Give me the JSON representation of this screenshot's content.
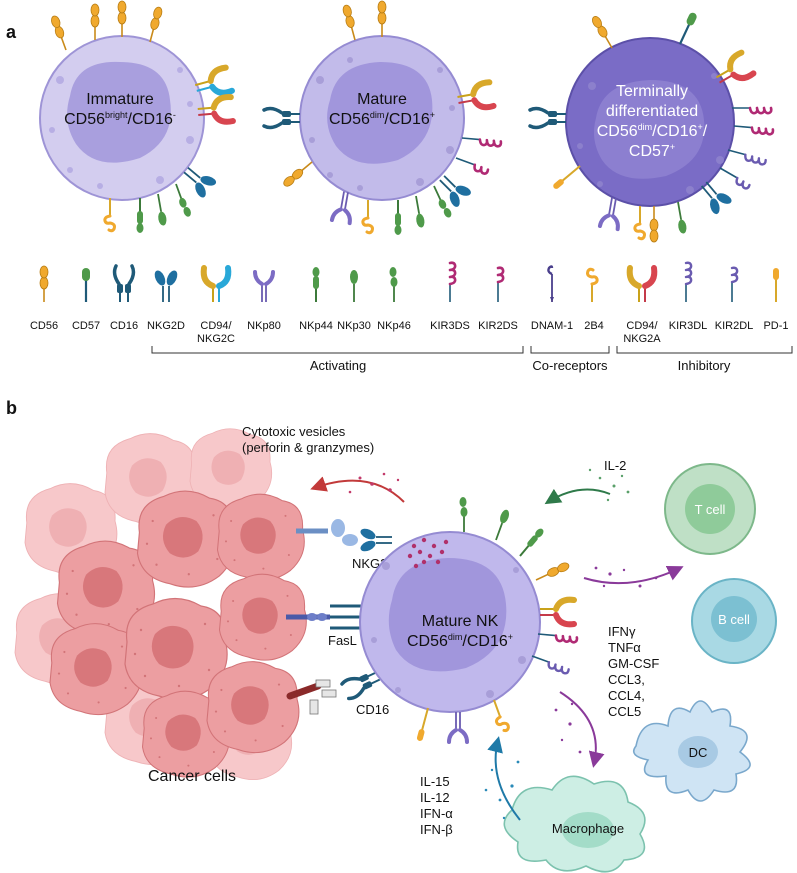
{
  "panel_a": {
    "label": "a",
    "cells": [
      {
        "line1": "Immature",
        "line2_main": "CD56",
        "line2_sup": "bright",
        "line2_rest": "/CD16",
        "line2_sup2": "-"
      },
      {
        "line1": "Mature",
        "line2_main": "CD56",
        "line2_sup": "dim",
        "line2_rest": "/CD16",
        "line2_sup2": "+"
      },
      {
        "line1": "Terminally",
        "line2": "differentiated",
        "line3_main": "CD56",
        "line3_sup": "dim",
        "line3_rest": "/CD16",
        "line3_sup2": "+",
        "line3_end": "/",
        "line4_main": "CD57",
        "line4_sup": "+"
      }
    ],
    "legend": [
      "CD56",
      "CD57",
      "CD16",
      "NKG2D",
      "CD94/",
      "NKG2C",
      "NKp80",
      "NKp44",
      "NKp30",
      "NKp46",
      "KIR3DS",
      "KIR2DS",
      "DNAM-1",
      "2B4",
      "CD94/",
      "NKG2A",
      "KIR3DL",
      "KIR2DL",
      "PD-1"
    ],
    "groups": {
      "activating": "Activating",
      "coreceptors": "Co-receptors",
      "inhibitory": "Inhibitory"
    }
  },
  "panel_b": {
    "label": "b",
    "cytotoxic_line1": "Cytotoxic vesicles",
    "cytotoxic_line2": "(perforin & granzymes)",
    "il2": "IL-2",
    "nk_line1": "Mature NK",
    "nk_line2_main": "CD56",
    "nk_line2_sup": "dim",
    "nk_line2_rest": "/CD16",
    "nk_line2_sup2": "+",
    "nkg2d": "NKG2D",
    "fasl": "FasL",
    "cd16": "CD16",
    "cancer": "Cancer cells",
    "t_cell": "T cell",
    "b_cell": "B cell",
    "dc": "DC",
    "macrophage": "Macrophage",
    "cytokines_out": [
      "IFNγ",
      "TNFα",
      "GM-CSF",
      "CCL3,",
      "CCL4,",
      "CCL5"
    ],
    "cytokines_in": [
      "IL-15",
      "IL-12",
      "IFN-α",
      "IFN-β"
    ]
  },
  "colors": {
    "cell_light": "#c9c3ea",
    "cell_mid": "#a79de0",
    "cell_dark": "#7467c4",
    "nucleus": "#9b8fd8",
    "orange": "#f0a92e",
    "green": "#4f9a4a",
    "teal": "#1f5a78",
    "magenta": "#b02a74",
    "violet": "#6a5bb0",
    "cancer": "#e88a8e"
  }
}
